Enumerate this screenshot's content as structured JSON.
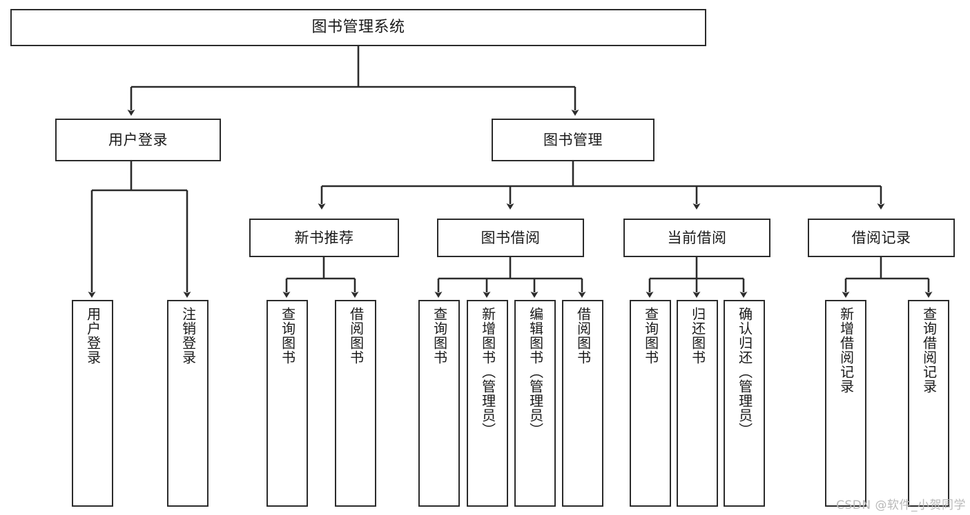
{
  "diagram": {
    "title": "图书管理系统",
    "type": "functional-structure-tree",
    "watermark": "CSDN @软件_小贺同学",
    "line_color": "#2b2b2b",
    "box_fill": "#ffffff",
    "text_color": "#1a1a1a"
  },
  "nodes": {
    "root": {
      "label": "图书管理系统"
    },
    "level1": [
      {
        "id": "user-login",
        "label": "用户登录"
      },
      {
        "id": "book-manage",
        "label": "图书管理"
      }
    ],
    "level2": [
      {
        "id": "new-book-recommend",
        "label": "新书推荐"
      },
      {
        "id": "book-borrow",
        "label": "图书借阅"
      },
      {
        "id": "current-borrow",
        "label": "当前借阅"
      },
      {
        "id": "borrow-record",
        "label": "借阅记录"
      }
    ],
    "leaves": {
      "user_login": [
        {
          "id": "leaf-user-login",
          "label": "用户登录"
        },
        {
          "id": "leaf-user-logout",
          "label": "注销登录"
        }
      ],
      "new_book_recommend": [
        {
          "id": "leaf-query-book-1",
          "label": "查询图书"
        },
        {
          "id": "leaf-borrow-book-1",
          "label": "借阅图书"
        }
      ],
      "book_borrow": [
        {
          "id": "leaf-query-book-2",
          "label": "查询图书"
        },
        {
          "id": "leaf-add-book",
          "label": "新增图书（管理员）"
        },
        {
          "id": "leaf-edit-book",
          "label": "编辑图书（管理员）"
        },
        {
          "id": "leaf-borrow-book-2",
          "label": "借阅图书"
        }
      ],
      "current_borrow": [
        {
          "id": "leaf-query-book-3",
          "label": "查询图书"
        },
        {
          "id": "leaf-return-book",
          "label": "归还图书"
        },
        {
          "id": "leaf-confirm-return",
          "label": "确认归还（管理员）"
        }
      ],
      "borrow_record": [
        {
          "id": "leaf-add-record",
          "label": "新增借阅记录"
        },
        {
          "id": "leaf-query-record",
          "label": "查询借阅记录"
        }
      ]
    }
  }
}
